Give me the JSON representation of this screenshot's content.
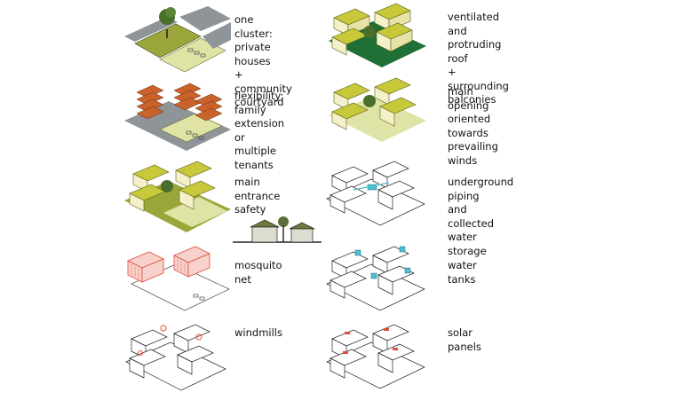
{
  "panels": [
    {
      "id": "cluster",
      "label": "one cluster:\nprivate houses\n+\ncommunity courtyard"
    },
    {
      "id": "ventilated",
      "label": "ventilated and\nprotruding roof\n+\nsurrounding balconies"
    },
    {
      "id": "flexibility",
      "label": "flexibility:\nfamily extension\nor\nmultiple tenants"
    },
    {
      "id": "opening",
      "label": "main opening oriented\ntowards\nprevailing winds"
    },
    {
      "id": "entrance",
      "label": "main entrance\nsafety"
    },
    {
      "id": "piping",
      "label": "underground piping\nand\ncollected water storage"
    },
    {
      "id": "mosquito",
      "label": "mosquito net"
    },
    {
      "id": "tanks",
      "label": "water tanks"
    },
    {
      "id": "windmills",
      "label": "windmills"
    },
    {
      "id": "solar",
      "label": "solar panels"
    }
  ],
  "colors": {
    "ground_grey": "#8f9499",
    "court_green": "#9aa63a",
    "court_light": "#dfe3a6",
    "roof_yellow": "#c7c93a",
    "roof_dark": "#8e8f24",
    "wall_light": "#f4f1c9",
    "orange": "#c9622b",
    "red": "#e24a3a",
    "cyan": "#4ec0cf",
    "line": "#222222"
  }
}
